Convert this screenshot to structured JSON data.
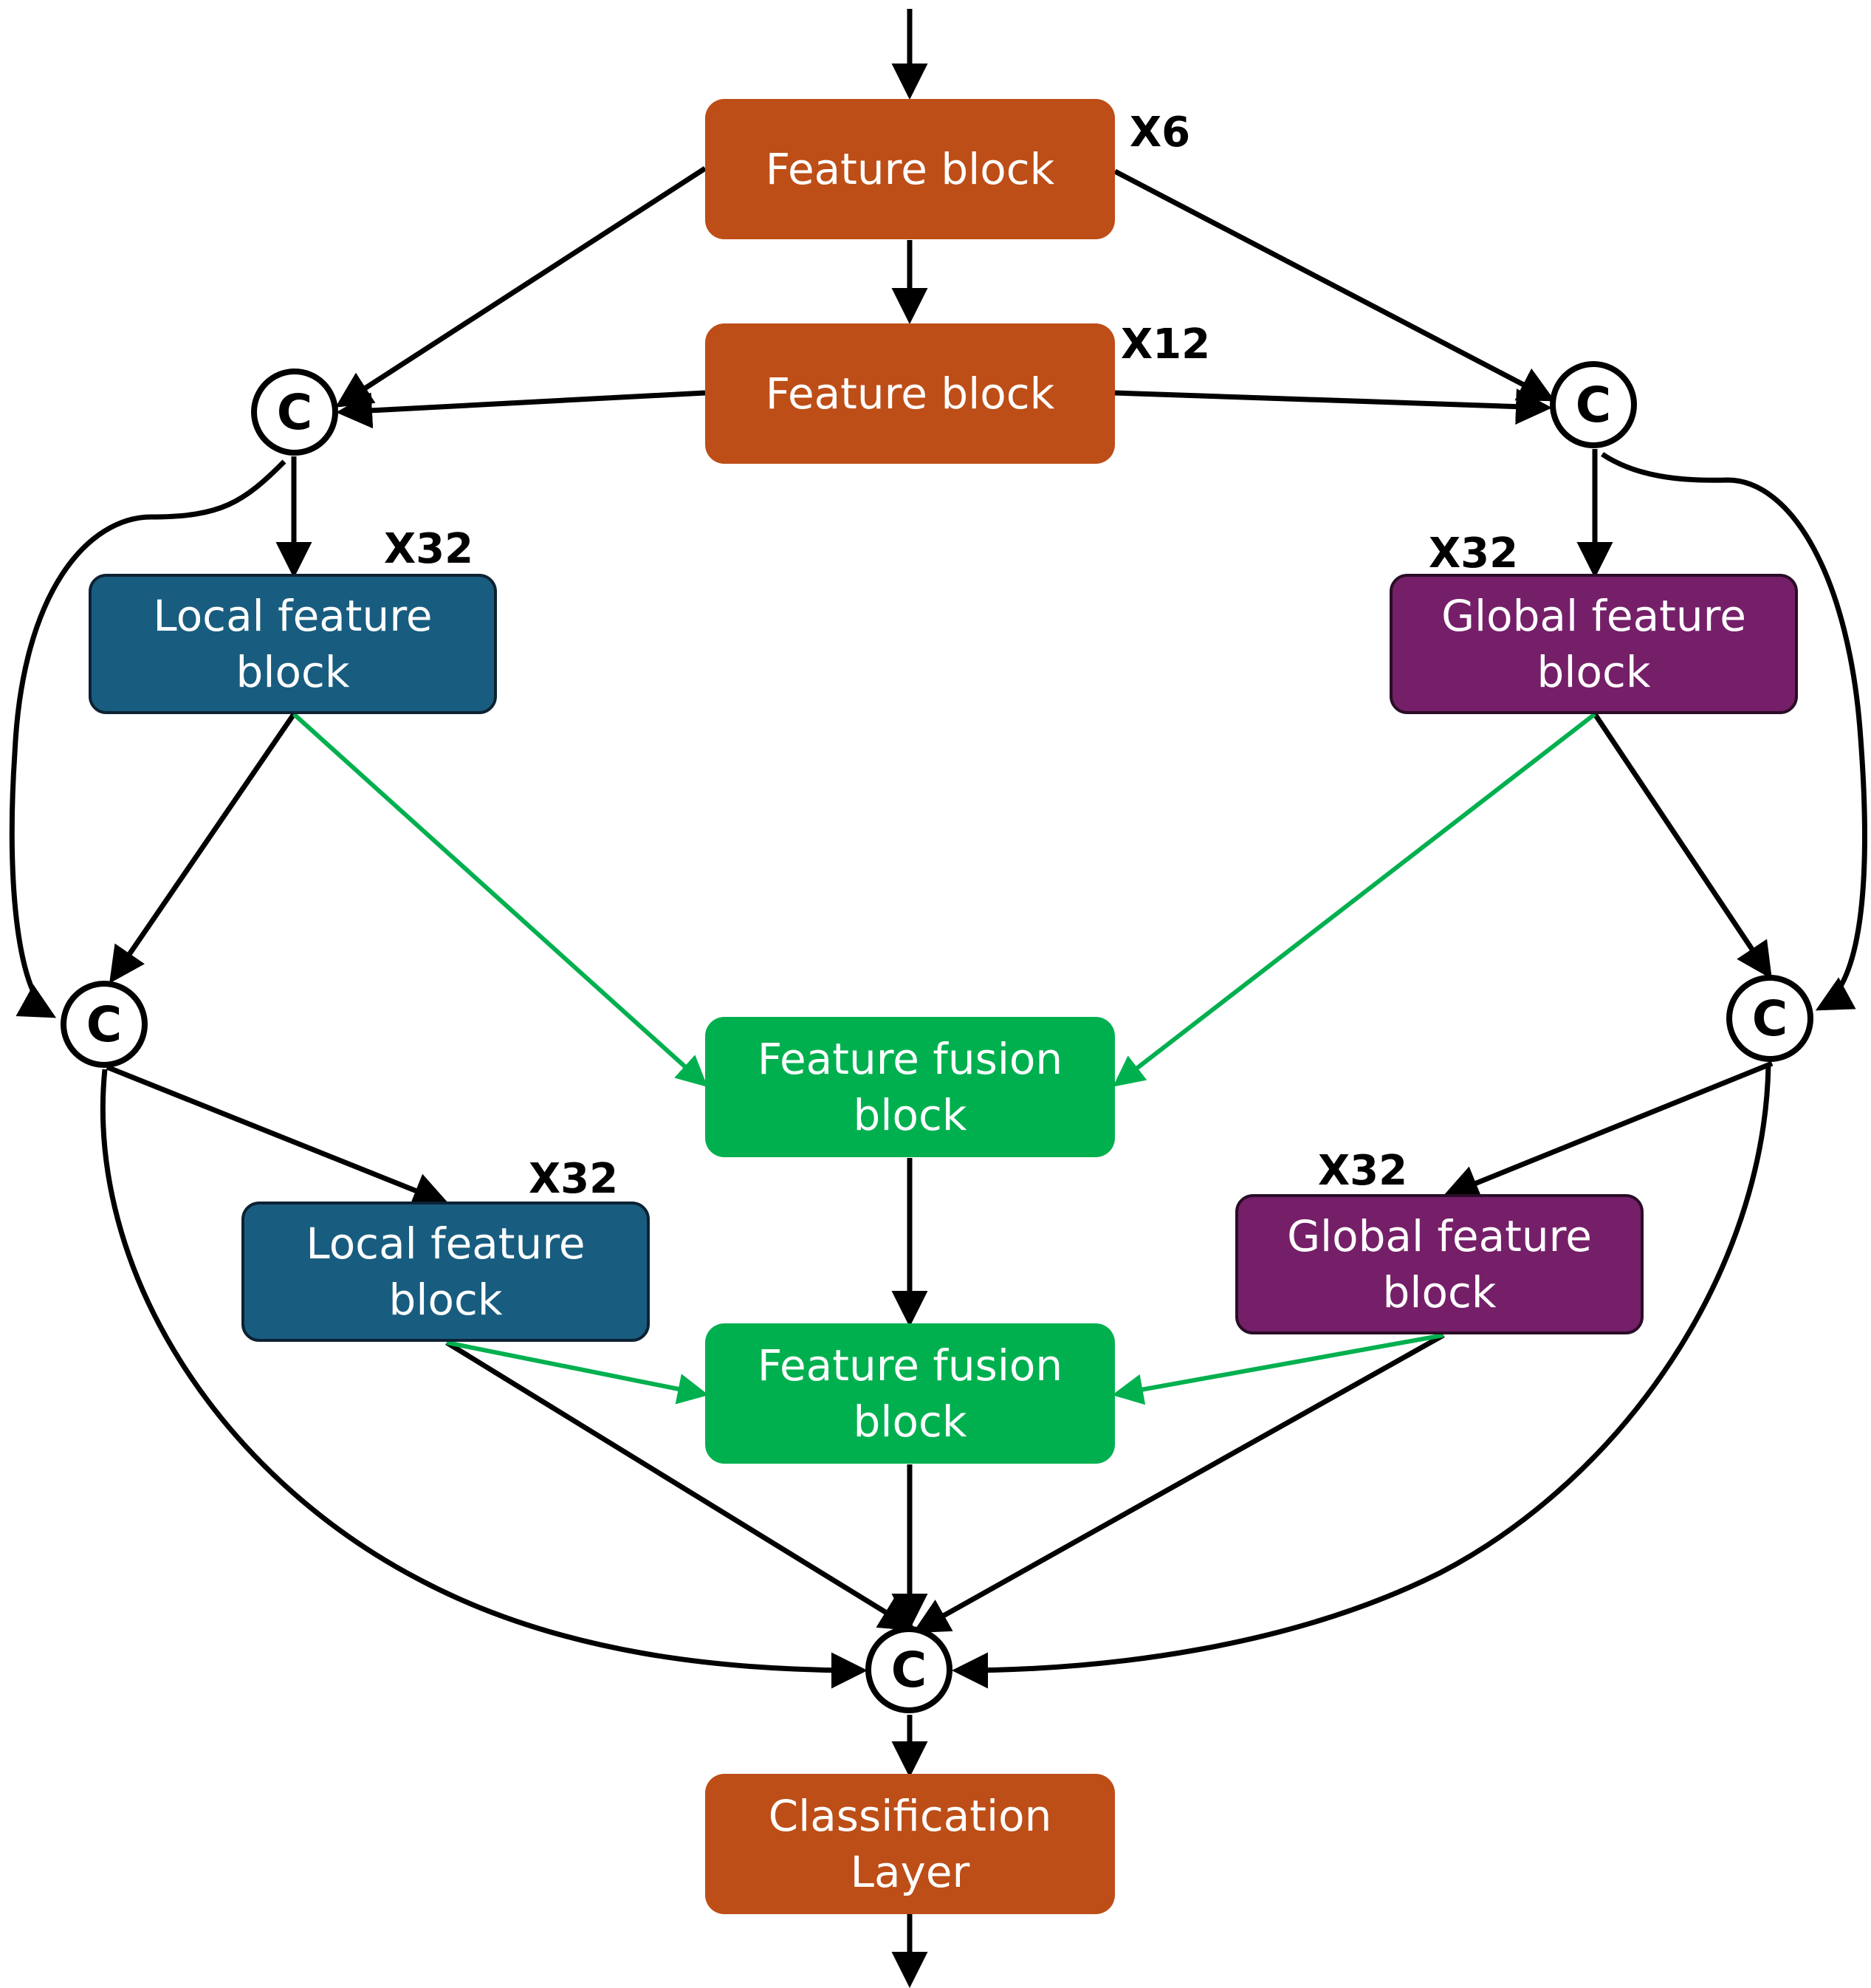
{
  "blocks": {
    "feature_block_top": "Feature block",
    "feature_block_second": "Feature block",
    "local_feature_block_upper": "Local feature\nblock",
    "global_feature_block_upper": "Global feature\nblock",
    "feature_fusion_block_upper": "Feature fusion\nblock",
    "local_feature_block_lower": "Local feature\nblock",
    "global_feature_block_lower": "Global feature\nblock",
    "feature_fusion_block_lower": "Feature fusion\nblock",
    "classification_layer": "Classification\nLayer"
  },
  "multipliers": {
    "feature_block_top": "X6",
    "feature_block_second": "X12",
    "local_feature_block_upper": "X32",
    "global_feature_block_upper": "X32",
    "local_feature_block_lower": "X32",
    "global_feature_block_lower": "X32"
  },
  "concat_label": "C",
  "colors": {
    "feature_block": "#bd4e17",
    "local_block": "#185d80",
    "global_block": "#751f69",
    "fusion_block": "#00b04f",
    "fusion_arrow": "#00b04f",
    "arrow": "#000000"
  }
}
